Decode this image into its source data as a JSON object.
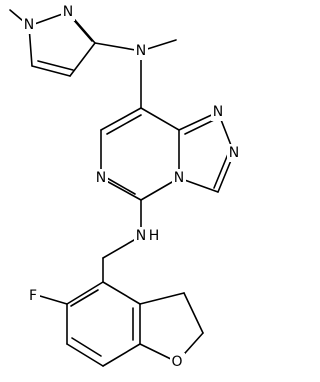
{
  "structure": {
    "atoms": [
      {
        "id": "n_pz1",
        "element": "N",
        "label": "N"
      },
      {
        "id": "n_pz2",
        "element": "N",
        "label": "N"
      },
      {
        "id": "n_amine",
        "element": "N",
        "label": "N"
      },
      {
        "id": "n_tz1",
        "element": "N",
        "label": "N"
      },
      {
        "id": "n_tz2",
        "element": "N",
        "label": "N"
      },
      {
        "id": "n_ring",
        "element": "N",
        "label": "N"
      },
      {
        "id": "n_bridge",
        "element": "N",
        "label": "N"
      },
      {
        "id": "n_nh",
        "element": "N",
        "label": "N"
      },
      {
        "id": "h_nh",
        "element": "H",
        "label": "H"
      },
      {
        "id": "f",
        "element": "F",
        "label": "F"
      },
      {
        "id": "o",
        "element": "O",
        "label": "O"
      }
    ]
  }
}
